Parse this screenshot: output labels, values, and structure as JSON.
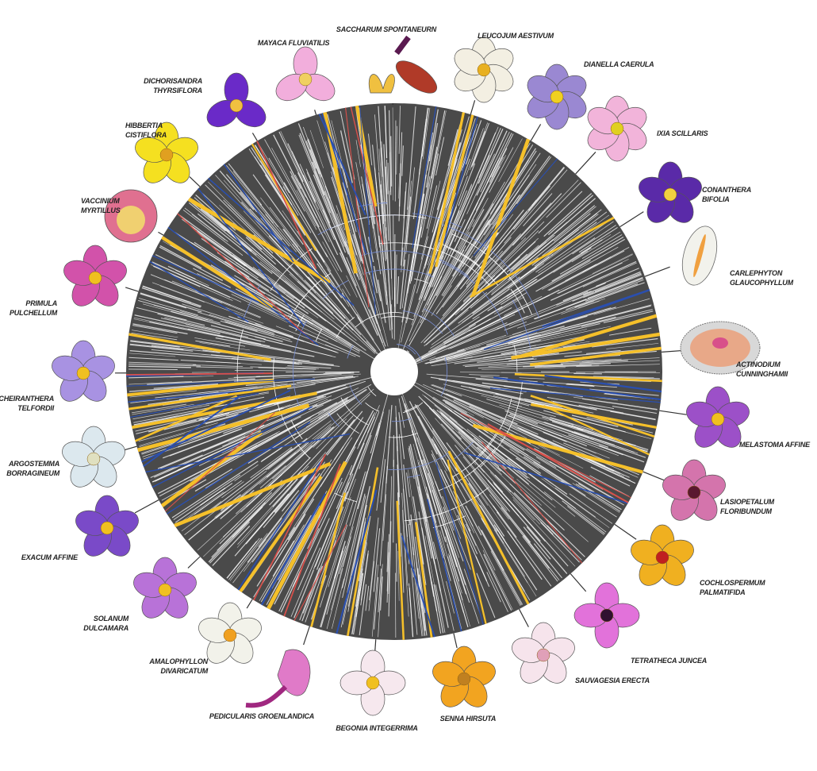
{
  "figure": {
    "tree_colors": {
      "background": "#4a4a4a",
      "branch": "#ffffff",
      "yellow": "#f5c02a",
      "blue": "#2a4fb0",
      "red": "#d8504a",
      "connector": "#333333"
    }
  },
  "flowers": [
    {
      "label": [
        "MAYACA FLUVIATILIS"
      ],
      "petal": "#f2aedc",
      "center": "#f0d060"
    },
    {
      "label": [
        "SACCHARUM SPONTANEURN"
      ],
      "petal": "#f0c040",
      "center": "#a03020"
    },
    {
      "label": [
        "LEUCOJUM AESTIVUM"
      ],
      "petal": "#f3efe2",
      "center": "#e8b020"
    },
    {
      "label": [
        "DIANELLA CAERULA"
      ],
      "petal": "#9a88d2",
      "center": "#f0d020"
    },
    {
      "label": [
        "IXIA SCILLARIS"
      ],
      "petal": "#f2b4da",
      "center": "#e0d020"
    },
    {
      "label": [
        "CONANTHERA",
        "BIFOLIA"
      ],
      "petal": "#5a2aa8",
      "center": "#f0d040"
    },
    {
      "label": [
        "CARLEPHYTON",
        "GLAUCOPHYLLUM"
      ],
      "petal": "#f2f2ec",
      "center": "#f0a040"
    },
    {
      "label": [
        "ACTINODIUM",
        "CUNNINGHAMII"
      ],
      "petal": "#e8a888",
      "center": "#d8508a"
    },
    {
      "label": [
        "MELASTOMA AFFINE"
      ],
      "petal": "#9c50c8",
      "center": "#f0c020"
    },
    {
      "label": [
        "LASIOPETALUM",
        "FLORIBUNDUM"
      ],
      "petal": "#d474ac",
      "center": "#5a1830"
    },
    {
      "label": [
        "COCHLOSPERMUM",
        "PALMATIFIDA"
      ],
      "petal": "#f0b020",
      "center": "#c02020"
    },
    {
      "label": [
        "TETRATHECA JUNCEA"
      ],
      "petal": "#e272da",
      "center": "#301030"
    },
    {
      "label": [
        "SAUVAGESIA ERECTA"
      ],
      "petal": "#f6e4ec",
      "center": "#e0a0b8"
    },
    {
      "label": [
        "SENNA HIRSUTA"
      ],
      "petal": "#f2a420",
      "center": "#c08020"
    },
    {
      "label": [
        "BEGONIA INTEGERRIMA"
      ],
      "petal": "#f6e8ee",
      "center": "#f0c020"
    },
    {
      "label": [
        "PEDICULARIS GROENLANDICA"
      ],
      "petal": "#e07ac8",
      "center": "#a02880"
    },
    {
      "label": [
        "AMALOPHYLLON",
        "DIVARICATUM"
      ],
      "petal": "#f2f2ea",
      "center": "#f0a020"
    },
    {
      "label": [
        "SOLANUM",
        "DULCAMARA"
      ],
      "petal": "#b872d8",
      "center": "#f0c020"
    },
    {
      "label": [
        "EXACUM AFFINE"
      ],
      "petal": "#7a4ac8",
      "center": "#f0c020"
    },
    {
      "label": [
        "ARGOSTEMMA",
        "BORRAGINEUM"
      ],
      "petal": "#dce8ee",
      "center": "#e0e0c0"
    },
    {
      "label": [
        "CHEIRANTHERA",
        "TELFORDII"
      ],
      "petal": "#a892e2",
      "center": "#f0c020"
    },
    {
      "label": [
        "PRIMULA",
        "PULCHELLUM"
      ],
      "petal": "#d252aa",
      "center": "#f0c020"
    },
    {
      "label": [
        "VACCINIUM",
        "MYRTILLUS"
      ],
      "petal": "#e07090",
      "center": "#f0d070"
    },
    {
      "label": [
        "HIBBERTIA",
        "CISTIFLORA"
      ],
      "petal": "#f5e020",
      "center": "#e0a020"
    },
    {
      "label": [
        "DICHORISANDRA",
        "THYRSIFLORA"
      ],
      "petal": "#6a2ac8",
      "center": "#f0c040"
    }
  ]
}
